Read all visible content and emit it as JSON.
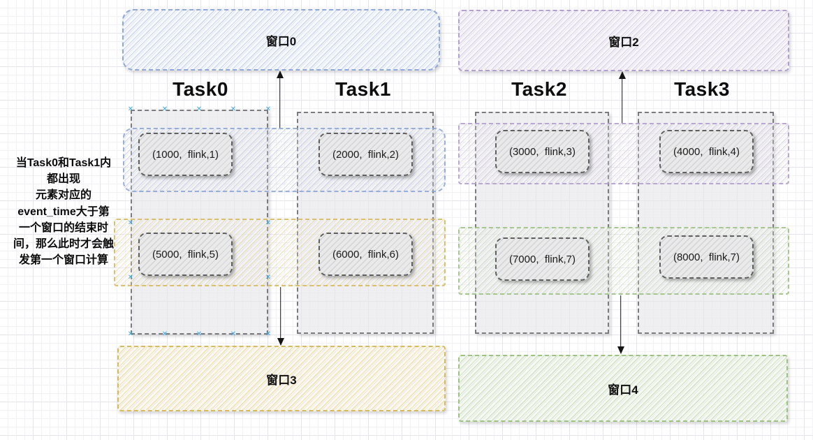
{
  "editor": {
    "handle_glyph": "✕"
  },
  "annotation": {
    "text": "当Task0和Task1内\n都出现\n元素对应的\nevent_time大于第\n一个窗口的结束时\n间，那么此时才会触\n发第一个窗口计算"
  },
  "windows": {
    "win0": {
      "label": "窗口0",
      "accent": "#8fa8d8"
    },
    "win2": {
      "label": "窗口2",
      "accent": "#b2a0ce"
    },
    "win3": {
      "label": "窗口3",
      "accent": "#d8ba62"
    },
    "win4": {
      "label": "窗口4",
      "accent": "#9dc284"
    }
  },
  "tasks": [
    {
      "label": "Task0",
      "events": [
        "(1000,  flink,1)",
        "(5000,  flink,5)"
      ]
    },
    {
      "label": "Task1",
      "events": [
        "(2000,  flink,2)",
        "(6000,  flink,6)"
      ]
    },
    {
      "label": "Task2",
      "events": [
        "(3000,  flink,3)",
        "(7000,  flink,7)"
      ]
    },
    {
      "label": "Task3",
      "events": [
        "(4000,  flink,4)",
        "(8000,  flink,7)"
      ]
    }
  ]
}
